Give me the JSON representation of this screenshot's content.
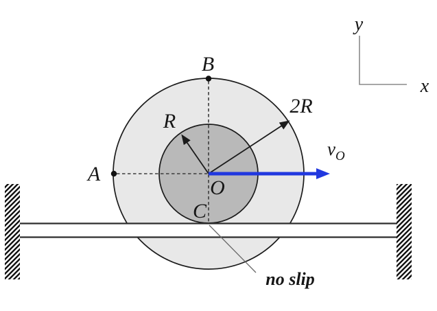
{
  "figure": {
    "points": {
      "A": "A",
      "B": "B",
      "C": "C",
      "O": "O"
    },
    "radii": {
      "inner": "R",
      "outer": "2R"
    },
    "velocity": {
      "symbol": "v",
      "subscript": "O"
    },
    "axes": {
      "x": "x",
      "y": "y"
    },
    "notes": {
      "no_slip": "no slip"
    }
  },
  "colors": {
    "outer_wheel_fill": "#e8e8e8",
    "inner_wheel_fill": "#b9b9b9",
    "outline": "#1b1b1b",
    "rail_line": "#2d2d2d",
    "dashed_line": "#3c3c3c",
    "velocity_arrow": "#2138df",
    "axis_gray": "#8a8a8a",
    "leader_gray": "#6a6a6a",
    "hatch": "#111111"
  }
}
